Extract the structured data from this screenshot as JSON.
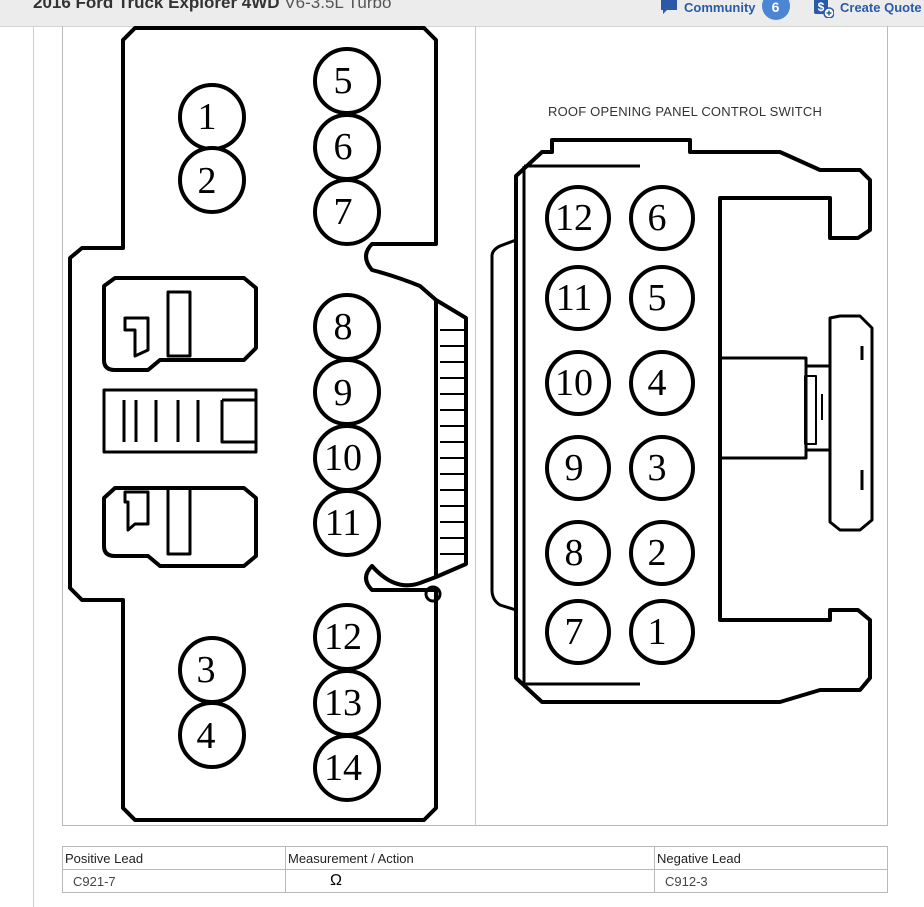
{
  "header": {
    "vehicle_model": "2016 Ford Truck Explorer 4WD",
    "vehicle_engine": "V6-3.5L Turbo",
    "community_label": "Community",
    "community_count": "6",
    "create_quote_label": "Create Quote"
  },
  "diagram": {
    "switch_title": "ROOF OPENING PANEL CONTROL SWITCH",
    "left_connector_pins": [
      "1",
      "2",
      "3",
      "4",
      "5",
      "6",
      "7",
      "8",
      "9",
      "10",
      "11",
      "12",
      "13",
      "14"
    ],
    "switch_pins": [
      "12",
      "6",
      "11",
      "5",
      "10",
      "4",
      "9",
      "3",
      "8",
      "2",
      "7",
      "1"
    ]
  },
  "table": {
    "headers": [
      "Positive Lead",
      "Measurement / Action",
      "Negative Lead"
    ],
    "row": {
      "positive": "C921-7",
      "measurement": "Ω",
      "negative": "C912-3"
    }
  },
  "icons": {
    "community": "chat-icon",
    "quote": "quote-dollar-icon"
  },
  "colors": {
    "link": "#2a5aa7",
    "badge": "#4a86d4"
  }
}
